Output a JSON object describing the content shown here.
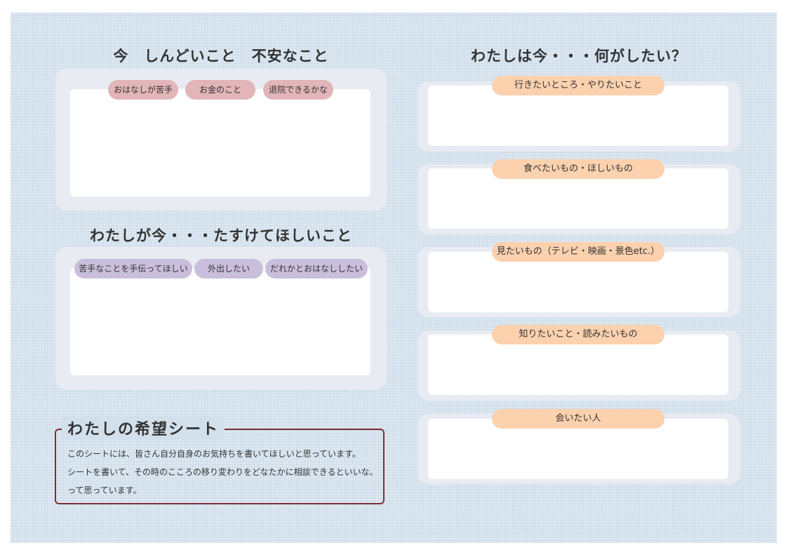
{
  "left": {
    "worries": {
      "title": "今　しんどいこと　不安なこと",
      "tags": [
        "おはなしが苦手",
        "お金のこと",
        "退院できるかな"
      ]
    },
    "help": {
      "title": "わたしが今・・・たすけてほしいこと",
      "tags": [
        "苦手なことを手伝ってほしい",
        "外出したい",
        "だれかとおはなししたい"
      ]
    }
  },
  "right": {
    "title": "わたしは今・・・何がしたい？",
    "boxes": [
      {
        "label": "行きたいところ・やりたいこと"
      },
      {
        "label": "食べたいもの・ほしいもの"
      },
      {
        "label": "見たいもの（テレビ・映画・景色etc.）"
      },
      {
        "label": "知りたいこと・読みたいもの"
      },
      {
        "label": "会いたい人"
      }
    ]
  },
  "about": {
    "title": "わたしの希望シート",
    "lines": [
      "このシートには、皆さん自分自身のお気持ちを書いてほしいと思っています。",
      "シートを書いて、その時のこころの移り変わりをどなたかに相談できるといいな、",
      "って思っています。"
    ]
  },
  "colors": {
    "background": "#d2e0ec",
    "panel": "#e8ecf2",
    "worry_tag": "#e2b5b8",
    "help_tag": "#c9bfdc",
    "wish_tag": "#fbd1ae",
    "about_border": "#7a2e33"
  }
}
